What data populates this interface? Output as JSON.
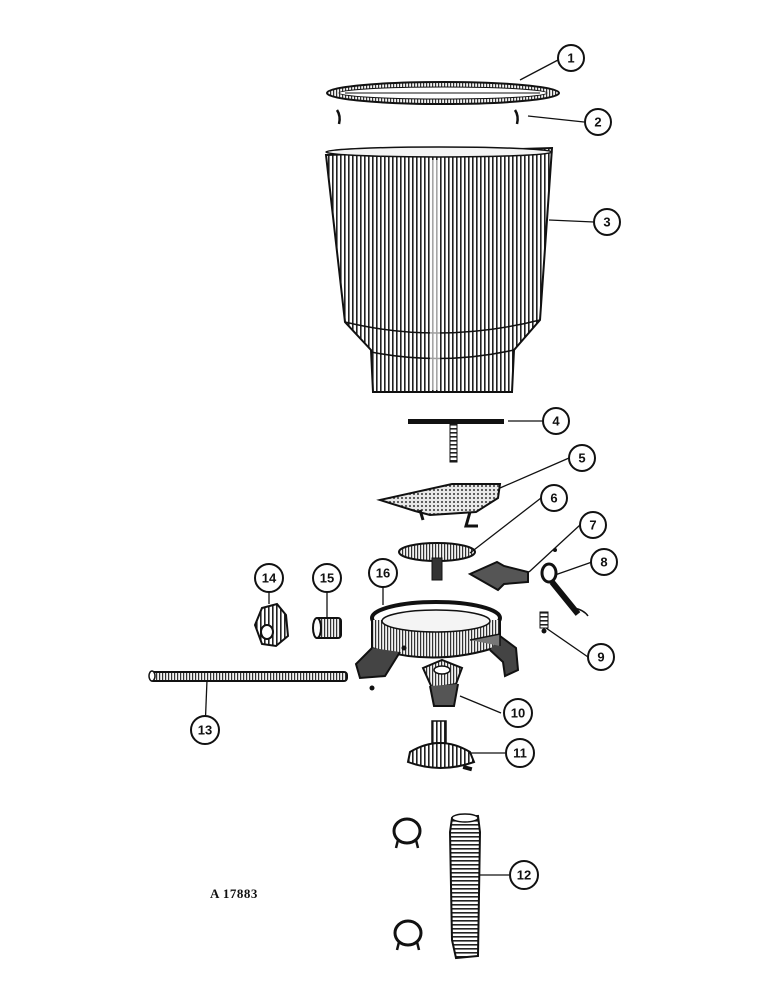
{
  "figure_id": "A 17883",
  "callouts": [
    "1",
    "2",
    "3",
    "4",
    "5",
    "6",
    "7",
    "8",
    "9",
    "10",
    "11",
    "12",
    "13",
    "14",
    "15",
    "16"
  ],
  "colors": {
    "ink": "#111111",
    "paper": "#ffffff",
    "mid": "#666666",
    "light": "#d8d8d8"
  }
}
